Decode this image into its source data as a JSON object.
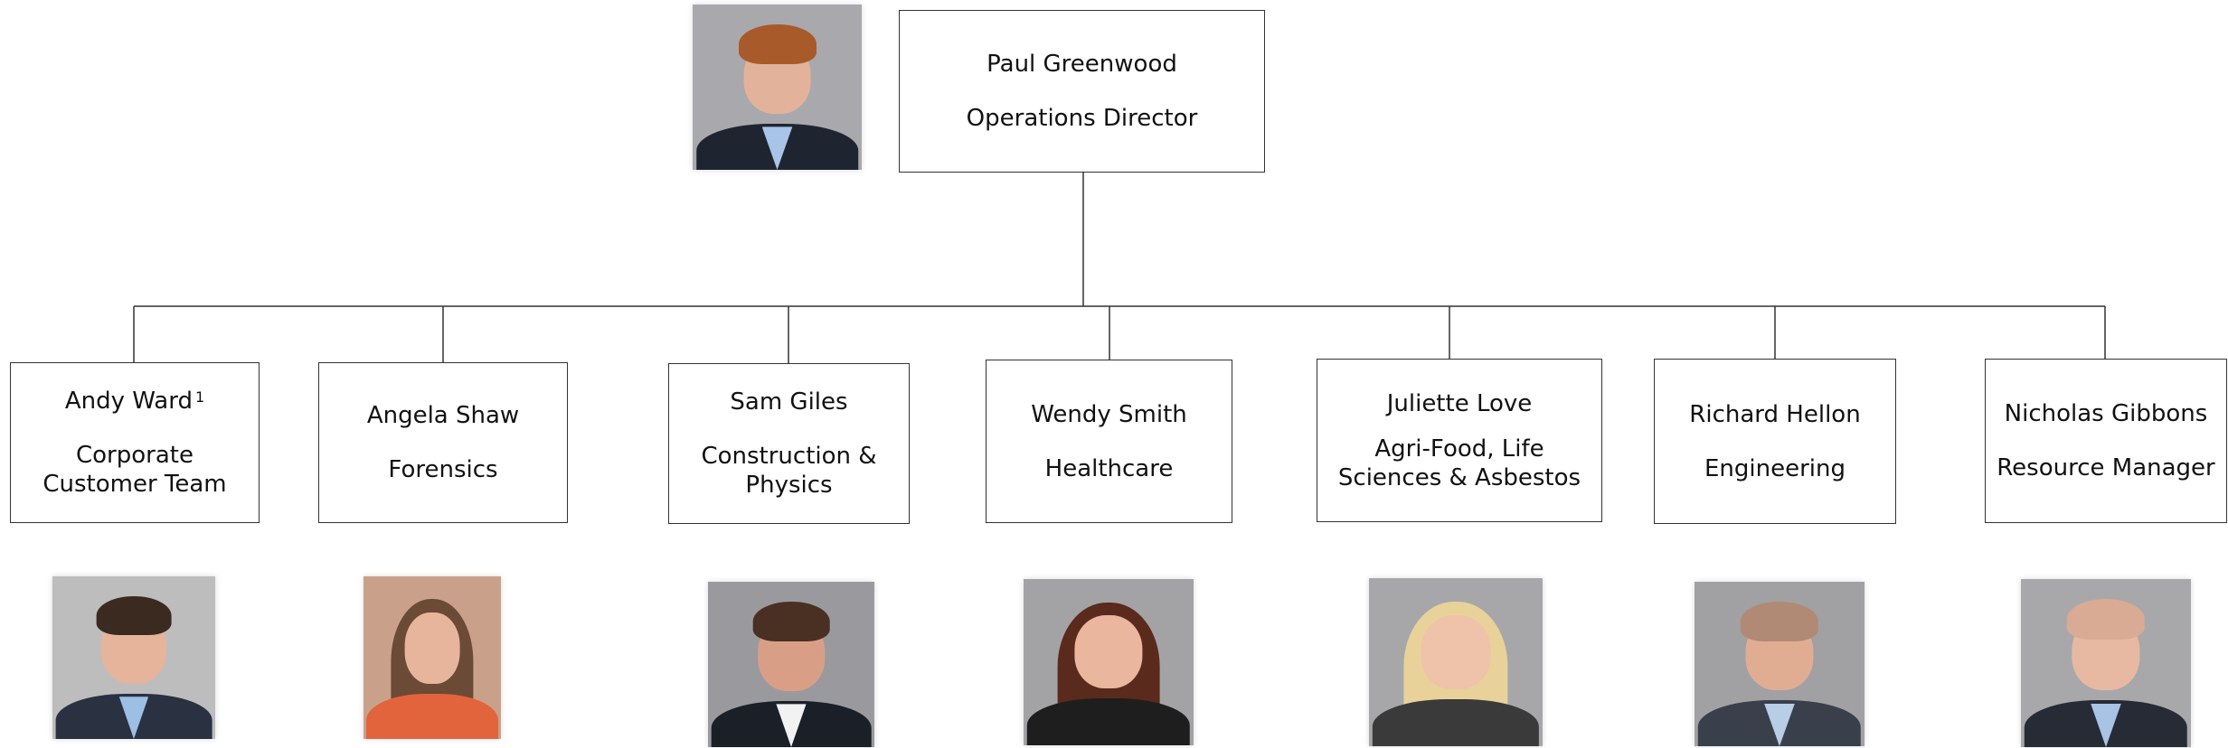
{
  "top": {
    "name": "Paul Greenwood",
    "role": "Operations Director",
    "photo": {
      "icon": "paul-greenwood-photo",
      "bg": "#a9a9ad",
      "skin": "#e2b39a",
      "hair": "#a85a2a",
      "suit": "#1f2530",
      "shirt": "#a8c4e8"
    }
  },
  "reports": [
    {
      "name": "Andy Ward",
      "footnote": "1",
      "role": "Corporate\nCustomer Team",
      "photo": {
        "icon": "andy-ward-photo",
        "bg": "#bdbdbd",
        "skin": "#e6b49a",
        "hair": "#3a2a20",
        "suit": "#2a3140",
        "shirt": "#9dbfe4"
      }
    },
    {
      "name": "Angela Shaw",
      "role": "Forensics",
      "photo": {
        "icon": "angela-shaw-photo",
        "bg": "#c9a18a",
        "skin": "#e7b59c",
        "hair": "#6b4a36",
        "suit": "#e2643c",
        "shirt": "#e2643c"
      }
    },
    {
      "name": "Sam Giles",
      "role": "Construction &\nPhysics",
      "photo": {
        "icon": "sam-giles-photo",
        "bg": "#9a9a9e",
        "skin": "#d99f86",
        "hair": "#4a3022",
        "suit": "#1b1f28",
        "shirt": "#f2f2f2"
      }
    },
    {
      "name": "Wendy Smith",
      "role": "Healthcare",
      "photo": {
        "icon": "wendy-smith-photo",
        "bg": "#a3a3a6",
        "skin": "#ebb69e",
        "hair": "#5a2a1c",
        "suit": "#1e1e1e",
        "shirt": "#1e1e1e"
      }
    },
    {
      "name": "Juliette Love",
      "role": "Agri-Food, Life\nSciences & Asbestos",
      "photo": {
        "icon": "juliette-love-photo",
        "bg": "#a7a7a9",
        "skin": "#efc2aa",
        "hair": "#e8d29a",
        "suit": "#3a3a3a",
        "shirt": "#3a3a3a"
      }
    },
    {
      "name": "Richard Hellon",
      "role": "Engineering",
      "photo": {
        "icon": "richard-hellon-photo",
        "bg": "#a1a1a4",
        "skin": "#e0ad93",
        "hair": "#b08a74",
        "suit": "#3a3f4c",
        "shirt": "#b8cde6"
      }
    },
    {
      "name": "Nicholas Gibbons",
      "role": "Resource Manager",
      "photo": {
        "icon": "nicholas-gibbons-photo",
        "bg": "#a8a8aa",
        "skin": "#e7b9a3",
        "hair": "#d9ab94",
        "suit": "#262b36",
        "shirt": "#a9c3e4"
      }
    }
  ]
}
